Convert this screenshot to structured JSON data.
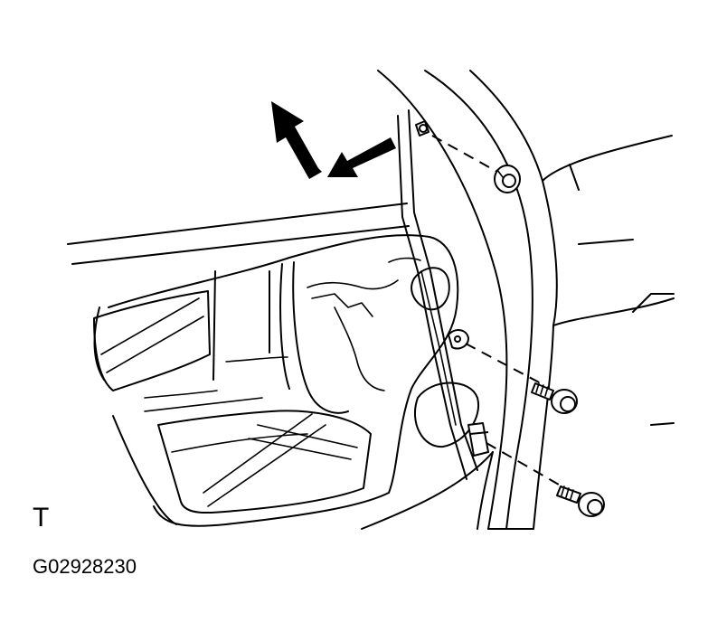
{
  "figure": {
    "code_letter": "T",
    "figure_id": "G02928230"
  },
  "icons": {
    "door_panel": "door-panel-illustration",
    "arrow_outward": "arrow-up-left-icon",
    "arrow_inward": "arrow-down-left-icon",
    "bolt": "bolt-icon",
    "clip_nut": "clip-nut-icon"
  },
  "colors": {
    "ink": "#000000",
    "paper": "#ffffff"
  }
}
